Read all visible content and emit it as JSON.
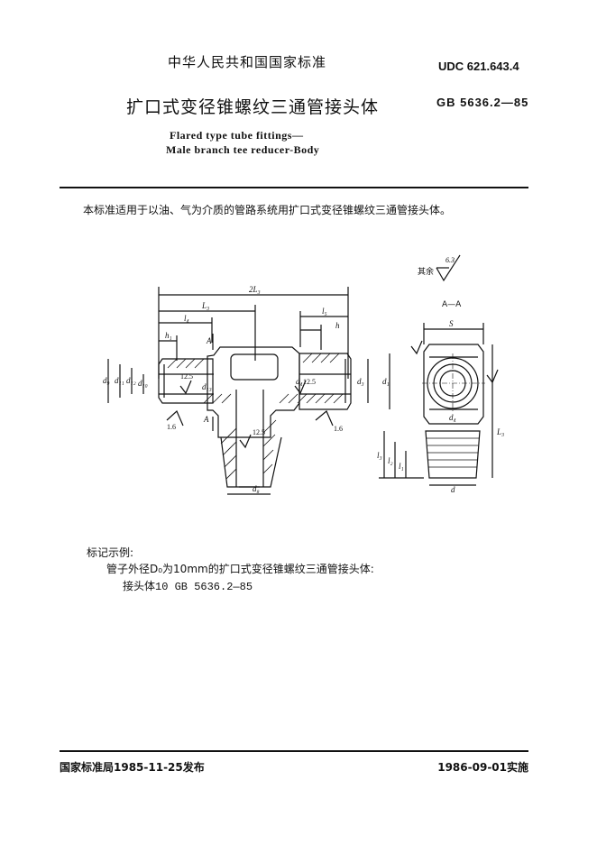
{
  "header": {
    "country_standard": "中华人民共和国国家标准",
    "udc": "UDC 621.643.4",
    "title_cn": "扩口式变径锥螺纹三通管接头体",
    "standard_code": "GB 5636.2—85",
    "title_en_line1": "Flared type tube fittings—",
    "title_en_line2": "Male branch tee reducer-Body"
  },
  "scope_text": "本标准适用于以油、气为介质的管路系统用扩口式变径锥螺纹三通管接头体。",
  "drawing": {
    "roughness_note": "其余",
    "roughness_value": "6.3",
    "section_label": "A—A",
    "dim_labels": {
      "two_l3": "2L₃",
      "l3": "L₃",
      "l4_left": "l₄",
      "l5": "l₅",
      "h_left": "h₁",
      "h_right": "h",
      "a_left": "A",
      "a_bottom": "A",
      "d9": "d₉",
      "d11": "d₁₁",
      "d12": "d₁₂",
      "d10": "d₁₀",
      "d13": "d₁₃",
      "d4": "d₄",
      "d3": "d₃",
      "d1": "d₁",
      "r_left": "12.5",
      "r_right": "12.5",
      "r_vert": "12.5",
      "r_1_6_left": "1.6",
      "r_1_6_right": "1.6",
      "d8": "d₈",
      "s": "S",
      "d4_side": "d₄",
      "l3_side": "L₃",
      "l3_side_v": "l₃",
      "l2_side": "l₂",
      "l1_side": "l₁",
      "d_side": "d"
    }
  },
  "marking": {
    "heading": "标记示例:",
    "line1": "管子外径D₀为10mm的扩口式变径锥螺纹三通管接头体:",
    "line2": "接头体10   GB 5636.2—85"
  },
  "footer": {
    "issued": "国家标准局1985-11-25发布",
    "effective": "1986-09-01实施"
  }
}
